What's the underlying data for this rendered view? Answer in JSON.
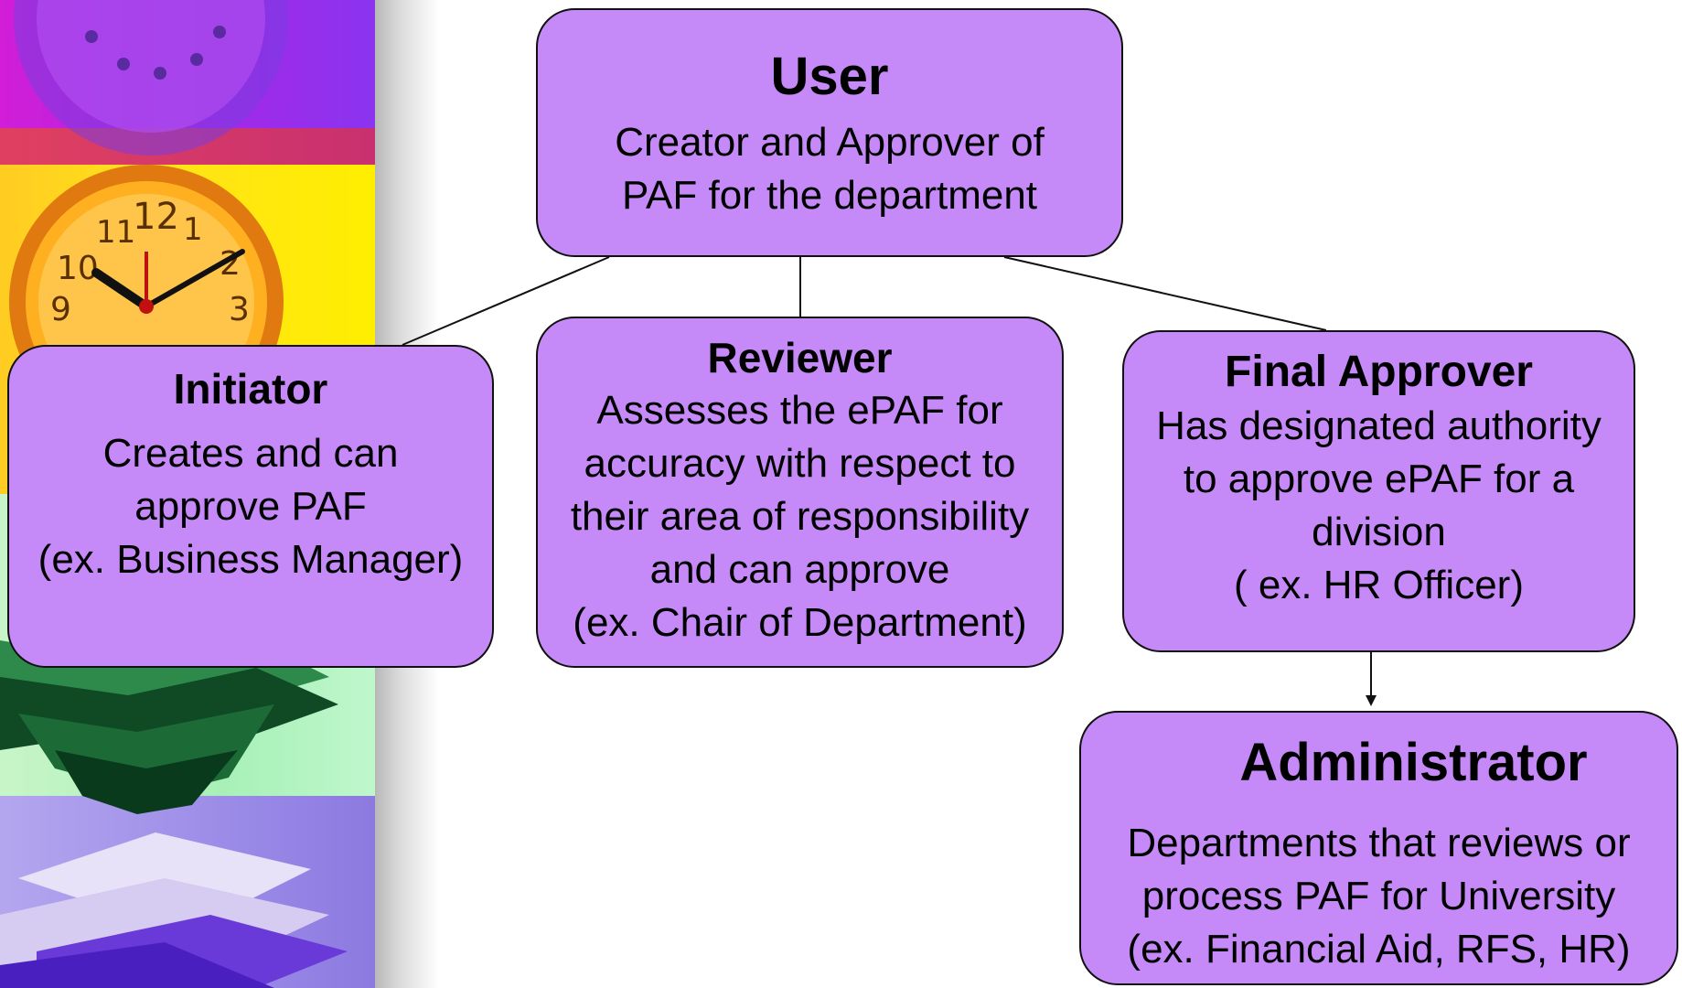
{
  "diagram": {
    "nodes": {
      "user": {
        "title": "User",
        "description": "Creator and Approver of\nPAF for the department"
      },
      "initiator": {
        "title": "Initiator",
        "description": "Creates and can\napprove PAF\n(ex. Business Manager)"
      },
      "reviewer": {
        "title": "Reviewer",
        "description": "Assesses the ePAF for\naccuracy with respect to\ntheir area of responsibility\nand can approve\n(ex. Chair of Department)"
      },
      "final_approver": {
        "title": "Final Approver",
        "description": "Has designated authority\nto approve ePAF for a\ndivision\n( ex. HR Officer)"
      },
      "administrator": {
        "title": "Administrator",
        "description": "Departments that reviews or\nprocess PAF for University\n(ex. Financial Aid, RFS, HR)"
      }
    },
    "edges": [
      {
        "from": "user",
        "to": "initiator",
        "arrow": false
      },
      {
        "from": "user",
        "to": "reviewer",
        "arrow": false
      },
      {
        "from": "user",
        "to": "final_approver",
        "arrow": false
      },
      {
        "from": "final_approver",
        "to": "administrator",
        "arrow": true
      }
    ],
    "colors": {
      "box_fill": "#c68af8",
      "box_border": "#111111",
      "text": "#000000",
      "connector": "#111111"
    }
  },
  "decoration": {
    "strip_images": [
      "wall-clock-magenta-icon",
      "wall-clock-orange-icon",
      "paper-stack-green-icon",
      "paper-stack-violet-icon"
    ]
  }
}
